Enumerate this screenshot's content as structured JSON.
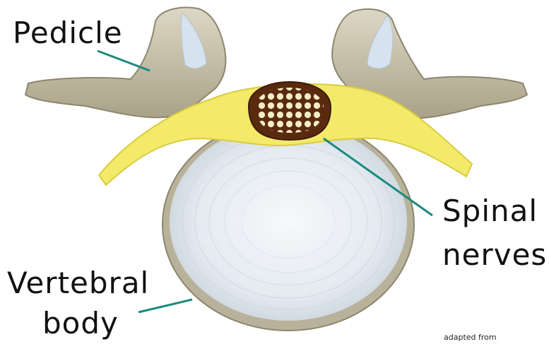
{
  "labels": {
    "pedicle": "Pedicle",
    "spinal_line1": "Spinal",
    "spinal_line2": "nerves",
    "vertebral_line1": "Vertebral",
    "vertebral_line2": "body",
    "credit": "adapted from"
  },
  "colors": {
    "bone": "#cfc9b4",
    "bone_shadow": "#9e977f",
    "ligament": "#f3ea6a",
    "ligament_edge": "#d9cc3d",
    "disc": "#eef2f5",
    "disc_ring": "#c6cfd8",
    "nerve_sheath": "#5a2a0f",
    "nerve_fiber": "#f4ecc8",
    "leader_line": "#1a8a80"
  }
}
